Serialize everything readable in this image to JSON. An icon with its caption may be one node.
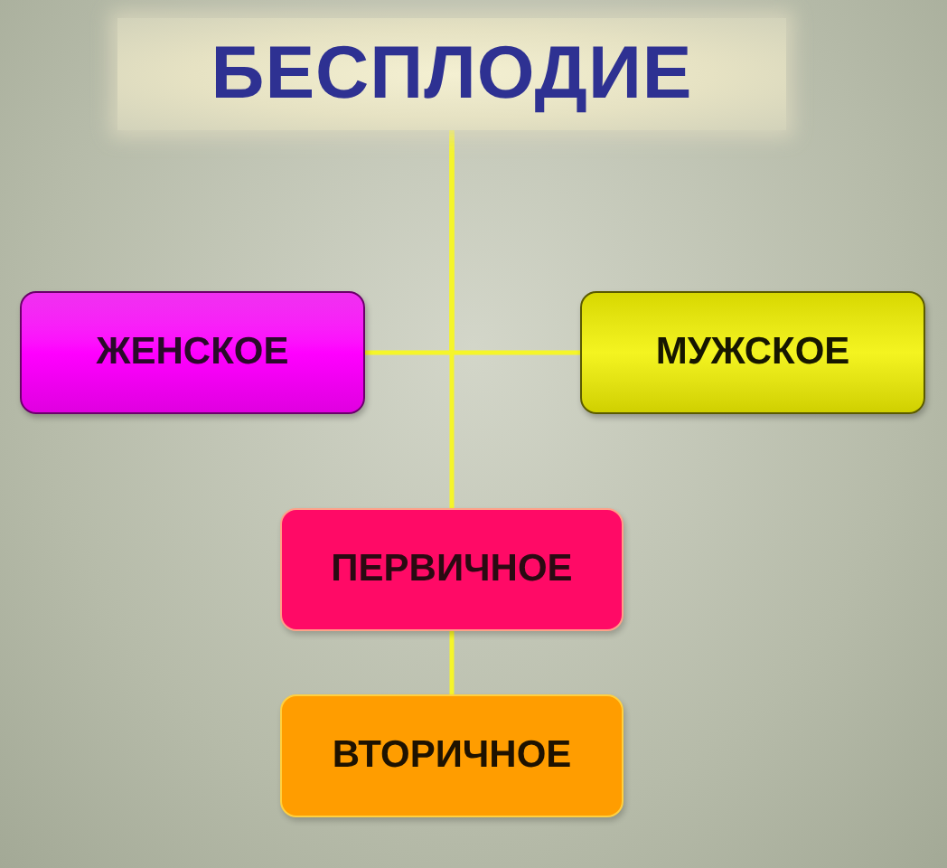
{
  "diagram": {
    "nodes": [
      {
        "text": [
          "БЕСПЛОДИЕ"
        ]
      },
      {
        "text": [
          "ЖЕНСКОЕ"
        ]
      },
      {
        "text": [
          "МУЖСКОЕ"
        ]
      },
      {
        "text": [
          "ПЕРВИЧНОЕ"
        ]
      },
      {
        "text": [
          "ВТОРИЧНОЕ"
        ]
      }
    ],
    "edges": [
      {
        "from": 0,
        "to": 1,
        "arrow": "none"
      },
      {
        "from": 0,
        "to": 2,
        "arrow": "none"
      },
      {
        "from": 0,
        "to": 3,
        "arrow": "none"
      },
      {
        "from": 3,
        "to": 4,
        "arrow": "none"
      }
    ]
  }
}
